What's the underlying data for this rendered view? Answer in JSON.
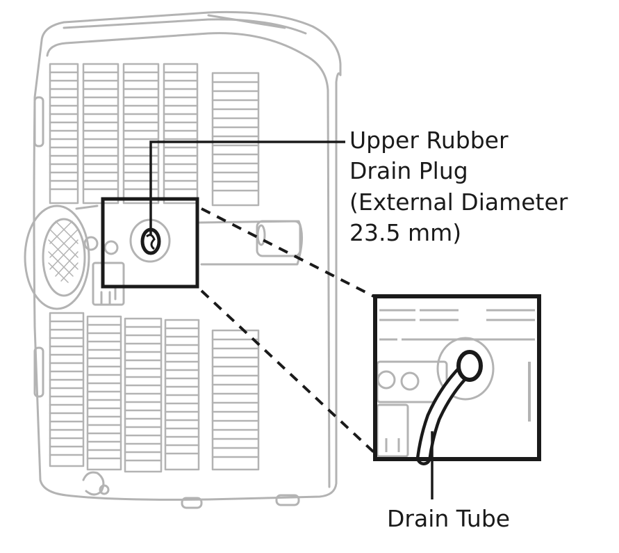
{
  "colors": {
    "unit_outline": "#b3b3b3",
    "ink": "#1a1a1a",
    "background": "#ffffff"
  },
  "callouts": {
    "upper_plug": {
      "lines": [
        "Upper Rubber",
        "Drain Plug",
        "(External Diameter",
        "23.5 mm)"
      ]
    },
    "drain_tube": {
      "label": "Drain Tube"
    }
  }
}
